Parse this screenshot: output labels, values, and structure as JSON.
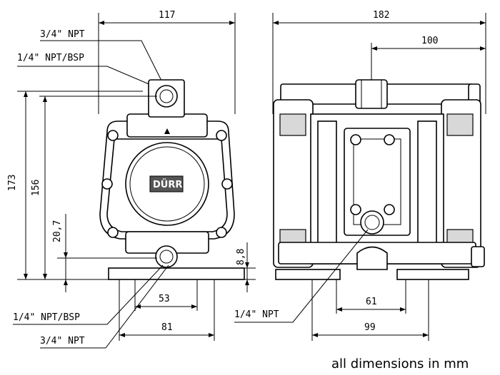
{
  "drawing": {
    "front_view": {
      "width_dim": "117",
      "height_total_dim": "173",
      "height_outlet_dim": "156",
      "inlet_height_dim": "20,7",
      "foot_height_dim": "8,8",
      "inlet_spacing_dim": "53",
      "foot_spacing_dim": "81",
      "labels": {
        "top_outlet": "3/4\" NPT",
        "top_air": "1/4\" NPT/BSP",
        "bottom_air": "1/4\" NPT/BSP",
        "bottom_inlet": "3/4\" NPT"
      },
      "brand_logo": "DÜRR"
    },
    "side_view": {
      "width_dim": "182",
      "outlet_offset_dim": "100",
      "air_offset_dim": "61",
      "foot_spacing_dim": "99",
      "labels": {
        "air_port": "1/4\" NPT"
      }
    },
    "footnote": "all dimensions in mm"
  }
}
